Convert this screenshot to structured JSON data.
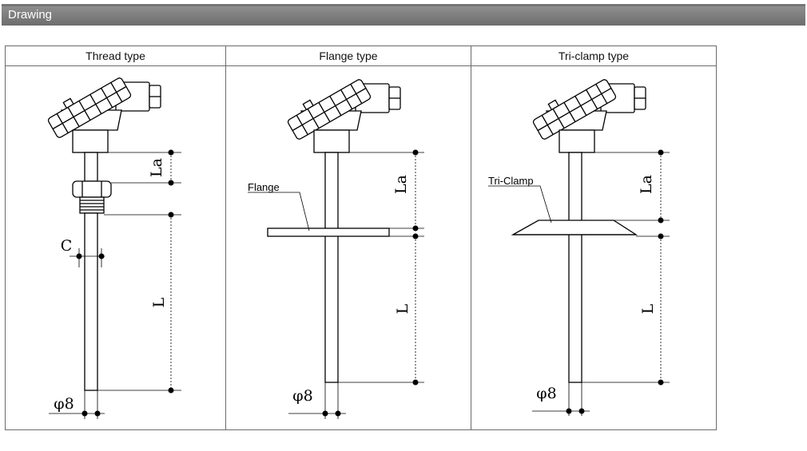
{
  "section": {
    "title": "Drawing"
  },
  "columns": [
    {
      "title": "Thread type",
      "dimensions": {
        "upper": "La",
        "lower": "L",
        "thread": "C",
        "diameter": "φ8"
      }
    },
    {
      "title": "Flange type",
      "callout": "Flange",
      "dimensions": {
        "upper": "La",
        "lower": "L",
        "diameter": "φ8"
      }
    },
    {
      "title": "Tri-clamp type",
      "callout": "Tri-Clamp",
      "dimensions": {
        "upper": "La",
        "lower": "L",
        "diameter": "φ8"
      }
    }
  ]
}
